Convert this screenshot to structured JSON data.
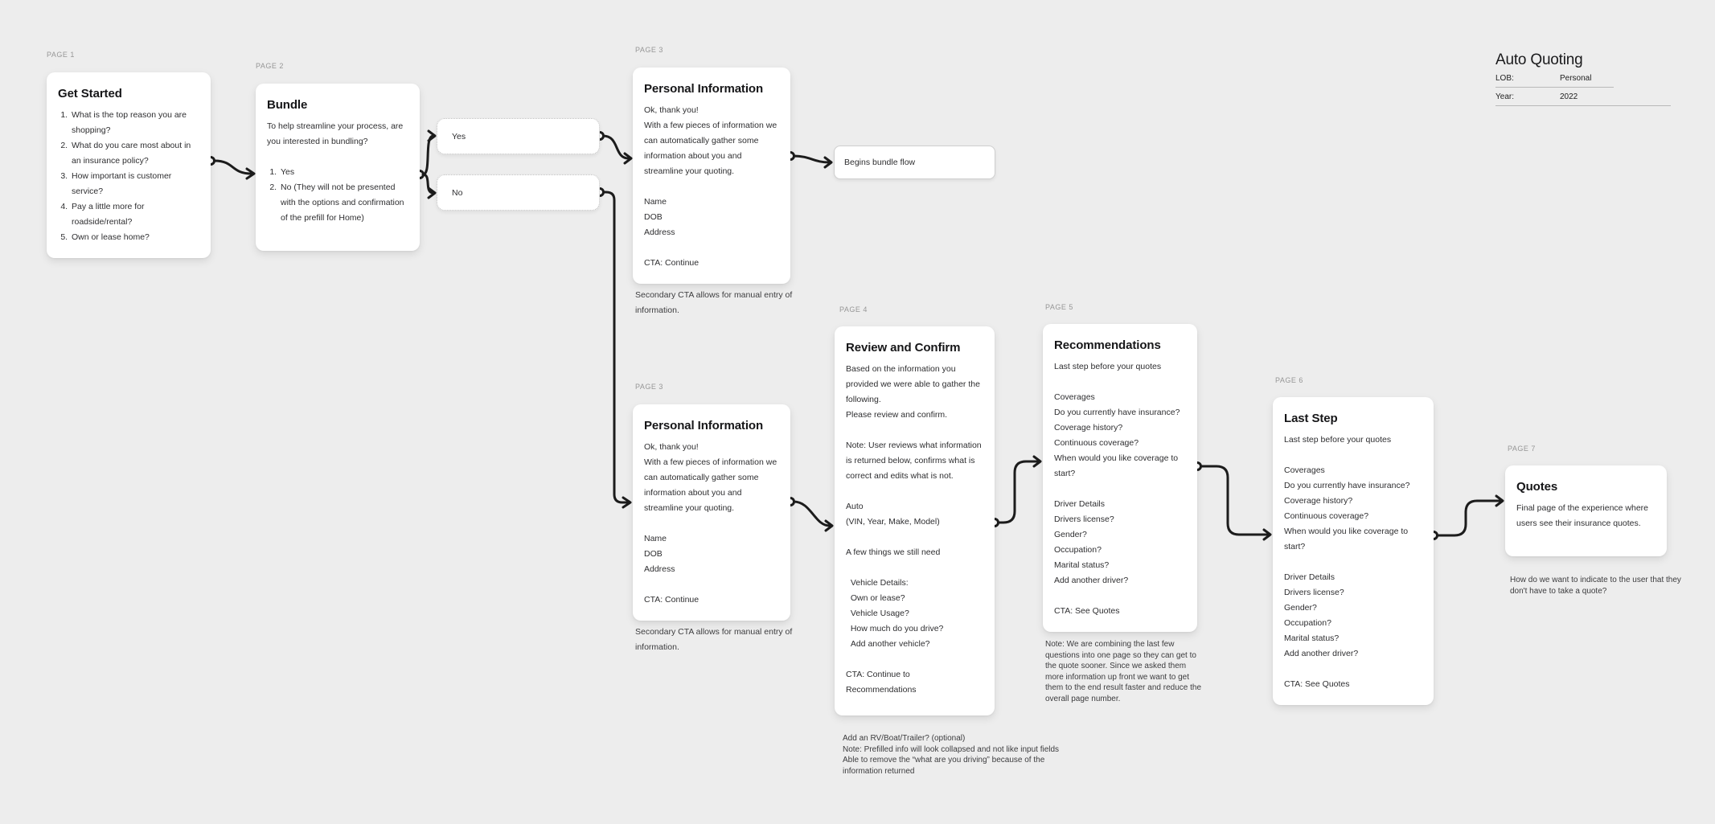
{
  "colors": {
    "canvas_bg": "#ededed",
    "card_bg": "#ffffff",
    "connector": "#1c1c1c",
    "page_label": "#969696",
    "text": "#2e2e30"
  },
  "title_block": {
    "title": "Auto Quoting",
    "rows": [
      {
        "label": "LOB:",
        "value": "Personal"
      },
      {
        "label": "Year:",
        "value": "2022"
      }
    ]
  },
  "options": {
    "yes": "Yes",
    "no": "No"
  },
  "flow_box": {
    "label": "Begins bundle flow"
  },
  "pages": {
    "p1": {
      "label": "PAGE 1",
      "title": "Get Started",
      "items": [
        "What is the top reason you are shopping?",
        "What do you care most about in an insurance policy?",
        "How important is customer service?",
        "Pay a little more for roadside/rental?",
        "Own or lease home?"
      ]
    },
    "p2": {
      "label": "PAGE 2",
      "title": "Bundle",
      "intro": "To help streamline your process, are you interested in bundling?",
      "items": [
        "Yes",
        "No (They will not be presented with the options and confirmation of the prefill for Home)"
      ]
    },
    "p3": {
      "label": "PAGE 3",
      "title": "Personal Information",
      "lines": [
        "Ok, thank you!",
        "With a few pieces of information we can automatically gather some information about you and streamline your quoting.",
        "",
        "Name",
        "DOB",
        "Address",
        "",
        "CTA: Continue"
      ],
      "note": "Secondary CTA allows for manual entry of information."
    },
    "p4": {
      "label": "PAGE 4",
      "title": "Review and Confirm",
      "lines": [
        "Based on the information you provided we were able to gather the following.",
        "Please review and confirm.",
        "",
        "Note: User reviews what information is returned below, confirms what is correct and edits what is not.",
        "",
        "Auto",
        "(VIN, Year, Make, Model)",
        "",
        "A few things we still need",
        "",
        "  Vehicle Details:",
        "  Own or lease?",
        "  Vehicle Usage?",
        "  How much do you drive?",
        "  Add another vehicle?",
        "",
        "CTA: Continue to",
        "Recommendations"
      ],
      "notes": [
        "Add an RV/Boat/Trailer? (optional)",
        "Note: Prefilled info will look collapsed and not like input fields",
        "Able to remove the “what are you driving” because of the information returned"
      ]
    },
    "p5": {
      "label": "PAGE 5",
      "title": "Recommendations",
      "lines": [
        "Last step before your quotes",
        "",
        "Coverages",
        "Do you currently have insurance?",
        "Coverage history?",
        "Continuous coverage?",
        "When would you like coverage to start?",
        "",
        "Driver Details",
        "Drivers license?",
        "Gender?",
        "Occupation?",
        "Marital status?",
        "Add another driver?",
        "",
        "CTA: See Quotes"
      ],
      "note": "Note: We are combining the last few questions into one page so they can get to the quote sooner. Since we asked them more information up front we want to get them to the end result faster and reduce the overall page number."
    },
    "p6": {
      "label": "PAGE 6",
      "title": "Last Step",
      "lines": [
        "Last step before your quotes",
        "",
        "Coverages",
        "Do you currently have insurance?",
        "Coverage history?",
        "Continuous coverage?",
        "When would you like coverage to start?",
        "",
        "Driver Details",
        "Drivers license?",
        "Gender?",
        "Occupation?",
        "Marital status?",
        "Add another driver?",
        "",
        "CTA: See Quotes"
      ]
    },
    "p7": {
      "label": "PAGE 7",
      "title": "Quotes",
      "lines": [
        "Final page of the experience where users see their insurance quotes."
      ],
      "note": "How do we want to indicate to the user that they don't have to take a quote?"
    }
  }
}
